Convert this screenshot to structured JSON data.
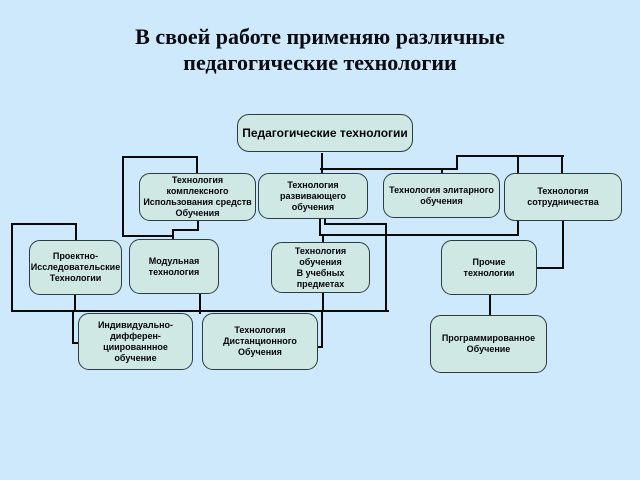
{
  "slide": {
    "title": "В своей работе применяю различные\nпедагогические технологии"
  },
  "colors": {
    "background": "#cde9fb",
    "node_fill": "#cfe8e3",
    "node_border": "#2c3b44",
    "connector": "#0a0a0a",
    "title_text": "#0a0a12"
  },
  "diagram": {
    "nodes": {
      "root": {
        "label": "Педагогические технологии"
      },
      "complex_means": {
        "label": "Технология комплексного\nИспользования средств\nОбучения"
      },
      "developing": {
        "label": "Технология\nразвивающего\nобучения"
      },
      "elite": {
        "label": "Технология элитарного\nобучения"
      },
      "cooperation": {
        "label": "Технология\nсотрудничества"
      },
      "project_research": {
        "label": "Проектно-\nИсследовательские\nТехнологии"
      },
      "modular": {
        "label": "Модульная\nтехнология"
      },
      "subject_teaching": {
        "label": "Технология обучения\nВ учебных предметах"
      },
      "other": {
        "label": "Прочие\nтехнологии"
      },
      "individual_differentiated": {
        "label": "Индивидуально-\nдифферен-\nциированнное обучение"
      },
      "distance": {
        "label": "Технология\nДистанционного\nОбучения"
      },
      "programmed": {
        "label": "Программированное\nОбучение"
      }
    }
  }
}
